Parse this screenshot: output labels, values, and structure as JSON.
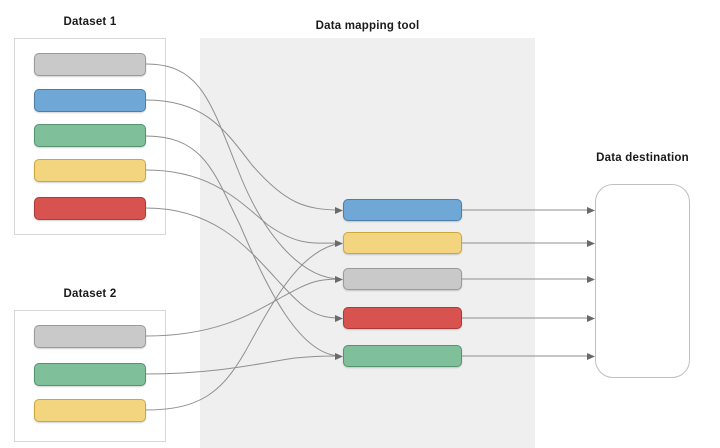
{
  "diagram": {
    "title_mapping": "Data mapping tool",
    "title_destination": "Data destination",
    "accent_colors": {
      "gray": "#c9c9c9",
      "blue": "#6fa8d6",
      "green": "#7fc09a",
      "yellow": "#f2d57e",
      "red": "#d8534f",
      "panel_background": "#efefef",
      "connector": "#8f8f8f"
    }
  },
  "dataset_1": {
    "label": "Dataset 1",
    "fields": [
      {
        "color": "gray",
        "index": 1
      },
      {
        "color": "blue",
        "index": 2
      },
      {
        "color": "green",
        "index": 3
      },
      {
        "color": "yellow",
        "index": 4
      },
      {
        "color": "red",
        "index": 5
      }
    ]
  },
  "dataset_2": {
    "label": "Dataset 2",
    "fields": [
      {
        "color": "gray",
        "index": 1
      },
      {
        "color": "green",
        "index": 2
      },
      {
        "color": "yellow",
        "index": 3
      }
    ]
  },
  "mapping_tool": {
    "label": "Data mapping tool",
    "fields": [
      {
        "color": "blue",
        "index": 1
      },
      {
        "color": "yellow",
        "index": 2
      },
      {
        "color": "gray",
        "index": 3
      },
      {
        "color": "red",
        "index": 4
      },
      {
        "color": "green",
        "index": 5
      }
    ]
  },
  "destination": {
    "label": "Data destination",
    "incoming_connections": 5
  },
  "connections": [
    {
      "from": "dataset_1.field_1_gray",
      "to": "mapping.field_3_gray"
    },
    {
      "from": "dataset_1.field_2_blue",
      "to": "mapping.field_1_blue"
    },
    {
      "from": "dataset_1.field_3_green",
      "to": "mapping.field_5_green"
    },
    {
      "from": "dataset_1.field_4_yellow",
      "to": "mapping.field_2_yellow"
    },
    {
      "from": "dataset_1.field_5_red",
      "to": "mapping.field_4_red"
    },
    {
      "from": "dataset_2.field_1_gray",
      "to": "mapping.field_3_gray"
    },
    {
      "from": "dataset_2.field_2_green",
      "to": "mapping.field_5_green"
    },
    {
      "from": "dataset_2.field_3_yellow",
      "to": "mapping.field_2_yellow"
    },
    {
      "from": "mapping.field_1_blue",
      "to": "destination"
    },
    {
      "from": "mapping.field_2_yellow",
      "to": "destination"
    },
    {
      "from": "mapping.field_3_gray",
      "to": "destination"
    },
    {
      "from": "mapping.field_4_red",
      "to": "destination"
    },
    {
      "from": "mapping.field_5_green",
      "to": "destination"
    }
  ]
}
